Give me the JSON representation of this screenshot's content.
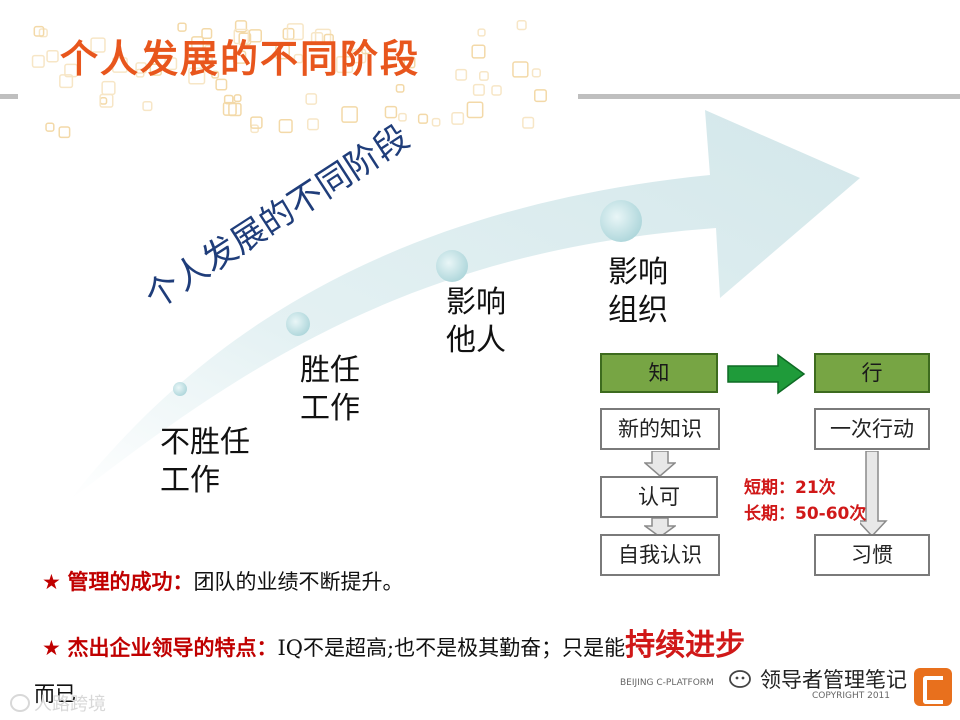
{
  "slide": {
    "title": "个人发展的不同阶段",
    "arrow_label": "个人发展的不同阶段",
    "stages": [
      {
        "line1": "不胜任",
        "line2": "工作"
      },
      {
        "line1": "胜任",
        "line2": "工作"
      },
      {
        "line1": "影响",
        "line2": "他人"
      },
      {
        "line1": "影响",
        "line2": "组织"
      }
    ],
    "flow": {
      "zhi": "知",
      "xing": "行",
      "left_steps": [
        "新的知识",
        "认可",
        "自我认识"
      ],
      "right_steps": [
        "一次行动",
        "习惯"
      ],
      "short_term": "短期：21次",
      "long_term": "长期：50-60次"
    },
    "bullet1": {
      "star": "★",
      "label": "管理的成功：",
      "text": "团队的业绩不断提升。"
    },
    "bullet2": {
      "star": "★",
      "label": "杰出企业领导的特点：",
      "text": "IQ不是超高;也不是极其勤奋；只是能",
      "highlight": "持续进步",
      "tail": "而已"
    },
    "footer": {
      "company": "BEIJING  C-PLATFORM",
      "copyright": "COPYRIGHT  2011"
    },
    "watermarks": {
      "right": "领导者管理笔记",
      "left": "人路跨境"
    },
    "colors": {
      "title": "#e8561d",
      "green": "#77a544",
      "red": "#d01818"
    }
  }
}
